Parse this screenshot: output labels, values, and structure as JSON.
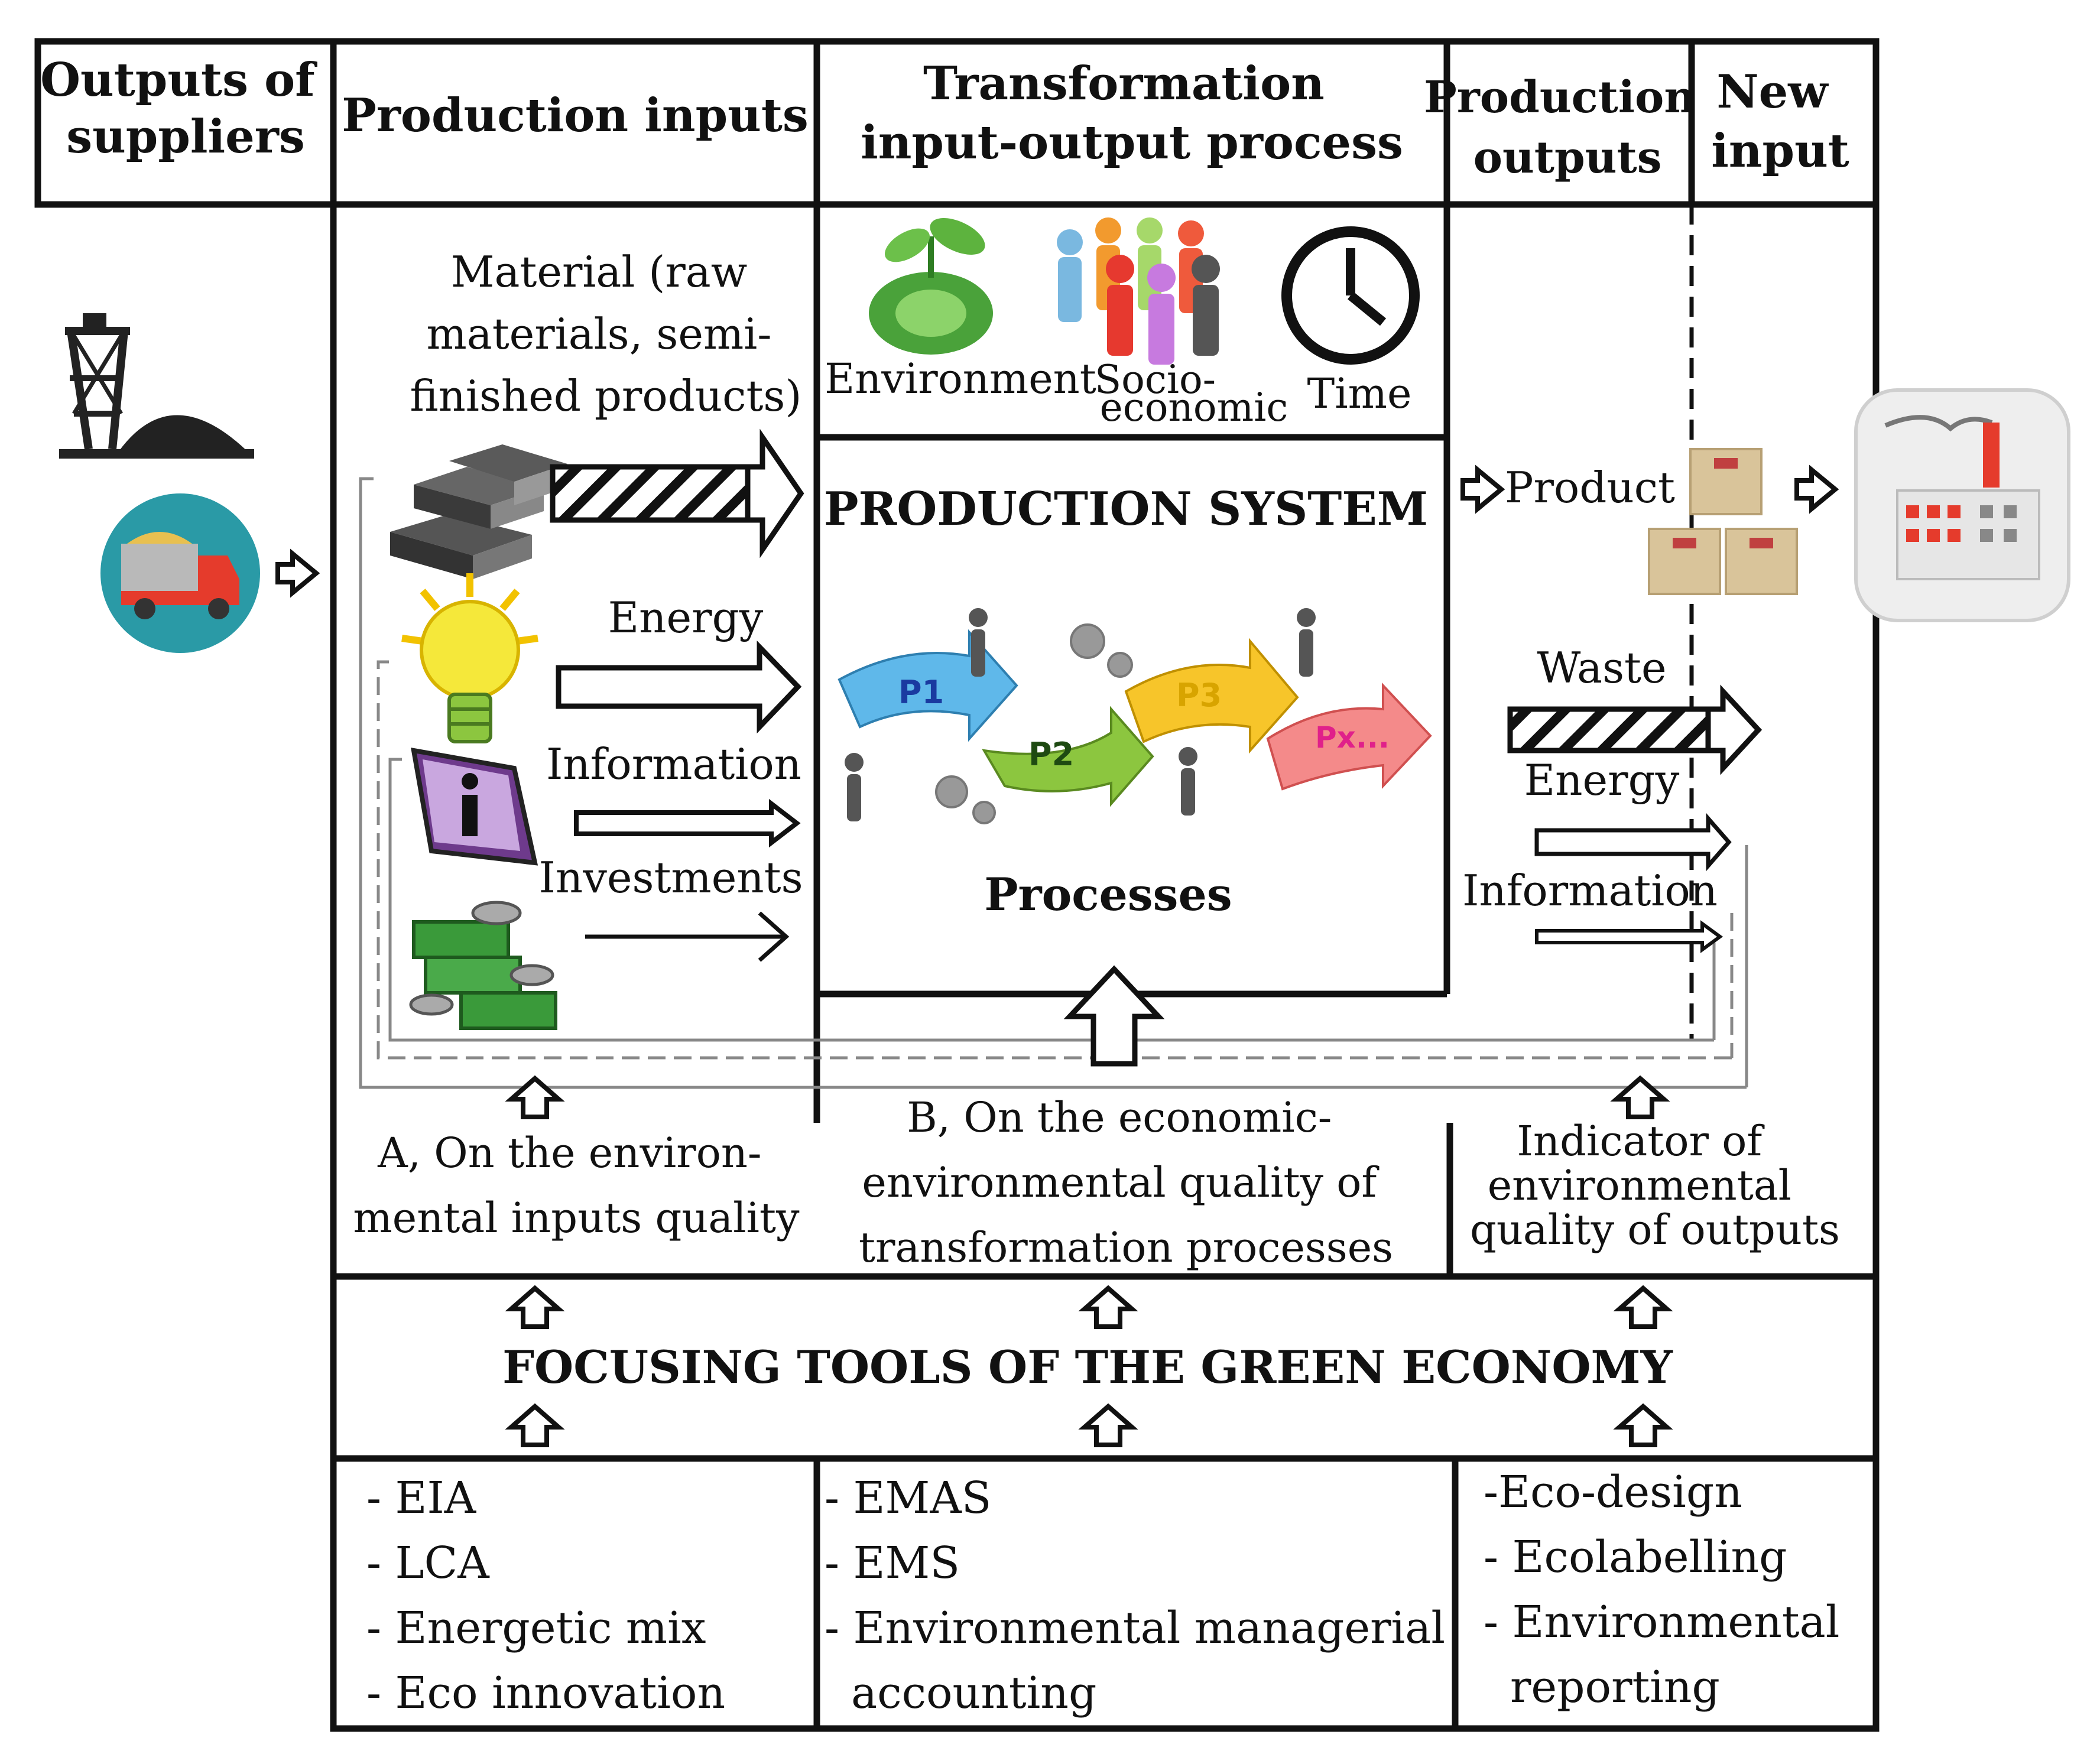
{
  "headers": {
    "outputs_of_suppliers": [
      "Outputs of",
      "suppliers"
    ],
    "production_inputs": "Production inputs",
    "transformation": [
      "Transformation",
      "input-output process"
    ],
    "production_outputs": [
      "Production",
      "outputs"
    ],
    "new_input": [
      "New",
      "input"
    ]
  },
  "inputs": {
    "material": [
      "Material (raw",
      "materials, semi-",
      "finished products)"
    ],
    "energy": "Energy",
    "information": "Information",
    "investments": "Investments"
  },
  "context": {
    "environment": "Environment",
    "socio_economic": [
      "Socio-",
      "economic"
    ],
    "time": "Time"
  },
  "system": {
    "title": "PRODUCTION SYSTEM",
    "processes_label": "Processes",
    "steps": [
      "P1",
      "P2",
      "P3",
      "Px..."
    ]
  },
  "outputs": {
    "product": "Product",
    "waste": "Waste",
    "energy": "Energy",
    "information": "Information"
  },
  "assessment": {
    "a": [
      "A, On the environ-",
      "mental inputs quality"
    ],
    "b": [
      "B, On the economic-",
      "environmental quality of",
      "transformation processes"
    ],
    "c": [
      "Indicator of",
      "environmental",
      "quality of outputs"
    ]
  },
  "focusing_title": "FOCUSING TOOLS OF THE GREEN ECONOMY",
  "tools": {
    "col1": [
      "- EIA",
      "- LCA",
      "- Energetic mix",
      "- Eco innovation"
    ],
    "col2": [
      "- EMAS",
      "- EMS",
      "- Environmental managerial",
      "accounting"
    ],
    "col3": [
      "-Eco-design",
      "- Ecolabelling",
      "- Environmental",
      "reporting"
    ]
  },
  "colors": {
    "p1": "#5fb8ea",
    "p2": "#8cc63f",
    "p3": "#f7c52a",
    "px": "#f48a8a",
    "truck_circle": "#2a9aa6",
    "factory_red": "#e53b2c"
  }
}
